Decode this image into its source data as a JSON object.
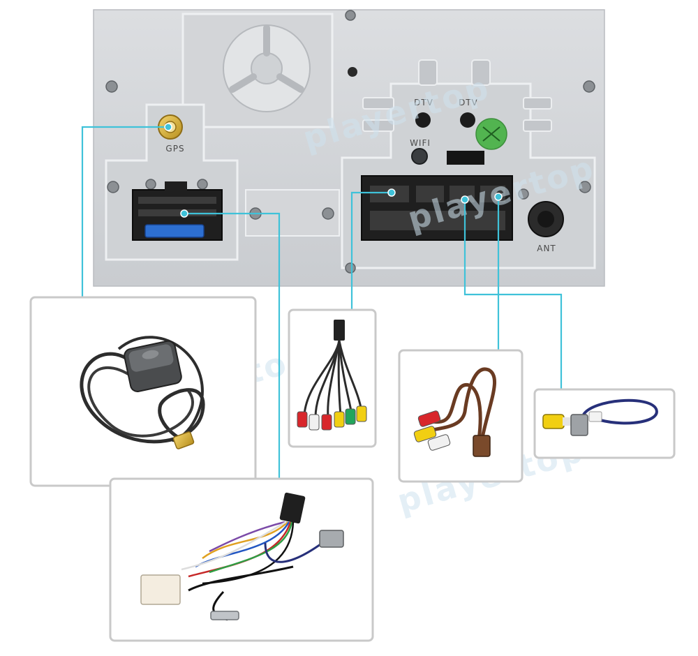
{
  "unit_labels": {
    "gps": "GPS",
    "dtv_left": "DTV",
    "dtv_right": "DTV",
    "wifi": "WIFI",
    "ant": "ANT"
  },
  "watermark": "playertop",
  "colors": {
    "leader_line": "#3fc2d9",
    "panel_metal": "#d6d8db",
    "box_border": "#c9c9c9",
    "rca_red": "#d8262b",
    "rca_white": "#f1f1f1",
    "rca_yellow": "#f1cf12",
    "rca_green": "#22a55c",
    "wire_brown": "#6a3b22",
    "wire_navy": "#27307a",
    "gps_cable": "#2d2d2d"
  },
  "components": [
    {
      "id": "gps-antenna",
      "icon": "gps-antenna-icon"
    },
    {
      "id": "rca-av-harness",
      "icon": "rca-cable-icon"
    },
    {
      "id": "rca-aux-cable",
      "icon": "rca-cable-icon"
    },
    {
      "id": "camera-adapter",
      "icon": "camera-cable-icon"
    },
    {
      "id": "power-harness",
      "icon": "wiring-harness-icon"
    }
  ]
}
